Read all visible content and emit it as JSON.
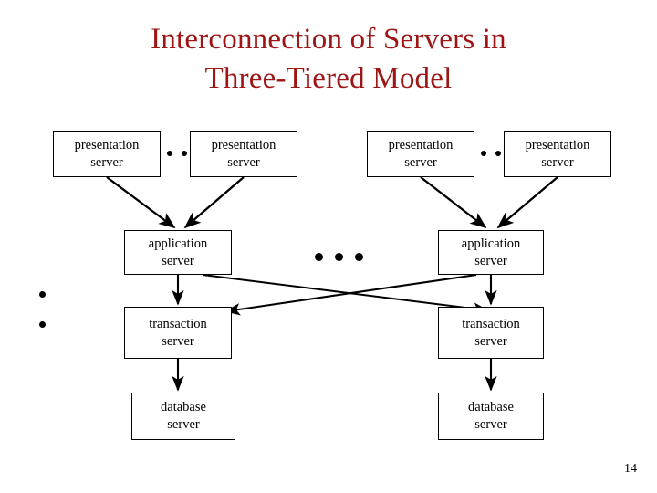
{
  "slide": {
    "title": "Interconnection of Servers in\nThree-Tiered Model",
    "title_color": "#9E1515",
    "page_number": "14",
    "background_color": "#ffffff",
    "line_color": "#000000"
  },
  "diagram": {
    "type": "three-tier-architecture",
    "clusters": [
      {
        "id": "left-cluster",
        "presentation_servers": [
          {
            "line1": "presentation",
            "line2": "server"
          },
          {
            "line1": "presentation",
            "line2": "server"
          }
        ],
        "presentation_ellipsis": "..",
        "application_server": {
          "line1": "application",
          "line2": "server"
        },
        "transaction_server": {
          "line1": "transaction",
          "line2": "server"
        },
        "database_server": {
          "line1": "database",
          "line2": "server"
        }
      },
      {
        "id": "right-cluster",
        "presentation_servers": [
          {
            "line1": "presentation",
            "line2": "server"
          },
          {
            "line1": "presentation",
            "line2": "server"
          }
        ],
        "presentation_ellipsis": "..",
        "application_server": {
          "line1": "application",
          "line2": "server"
        },
        "transaction_server": {
          "line1": "transaction",
          "line2": "server"
        },
        "database_server": {
          "line1": "database",
          "line2": "server"
        }
      }
    ],
    "cluster_ellipsis": "...",
    "left_margin_bullets": 2
  }
}
